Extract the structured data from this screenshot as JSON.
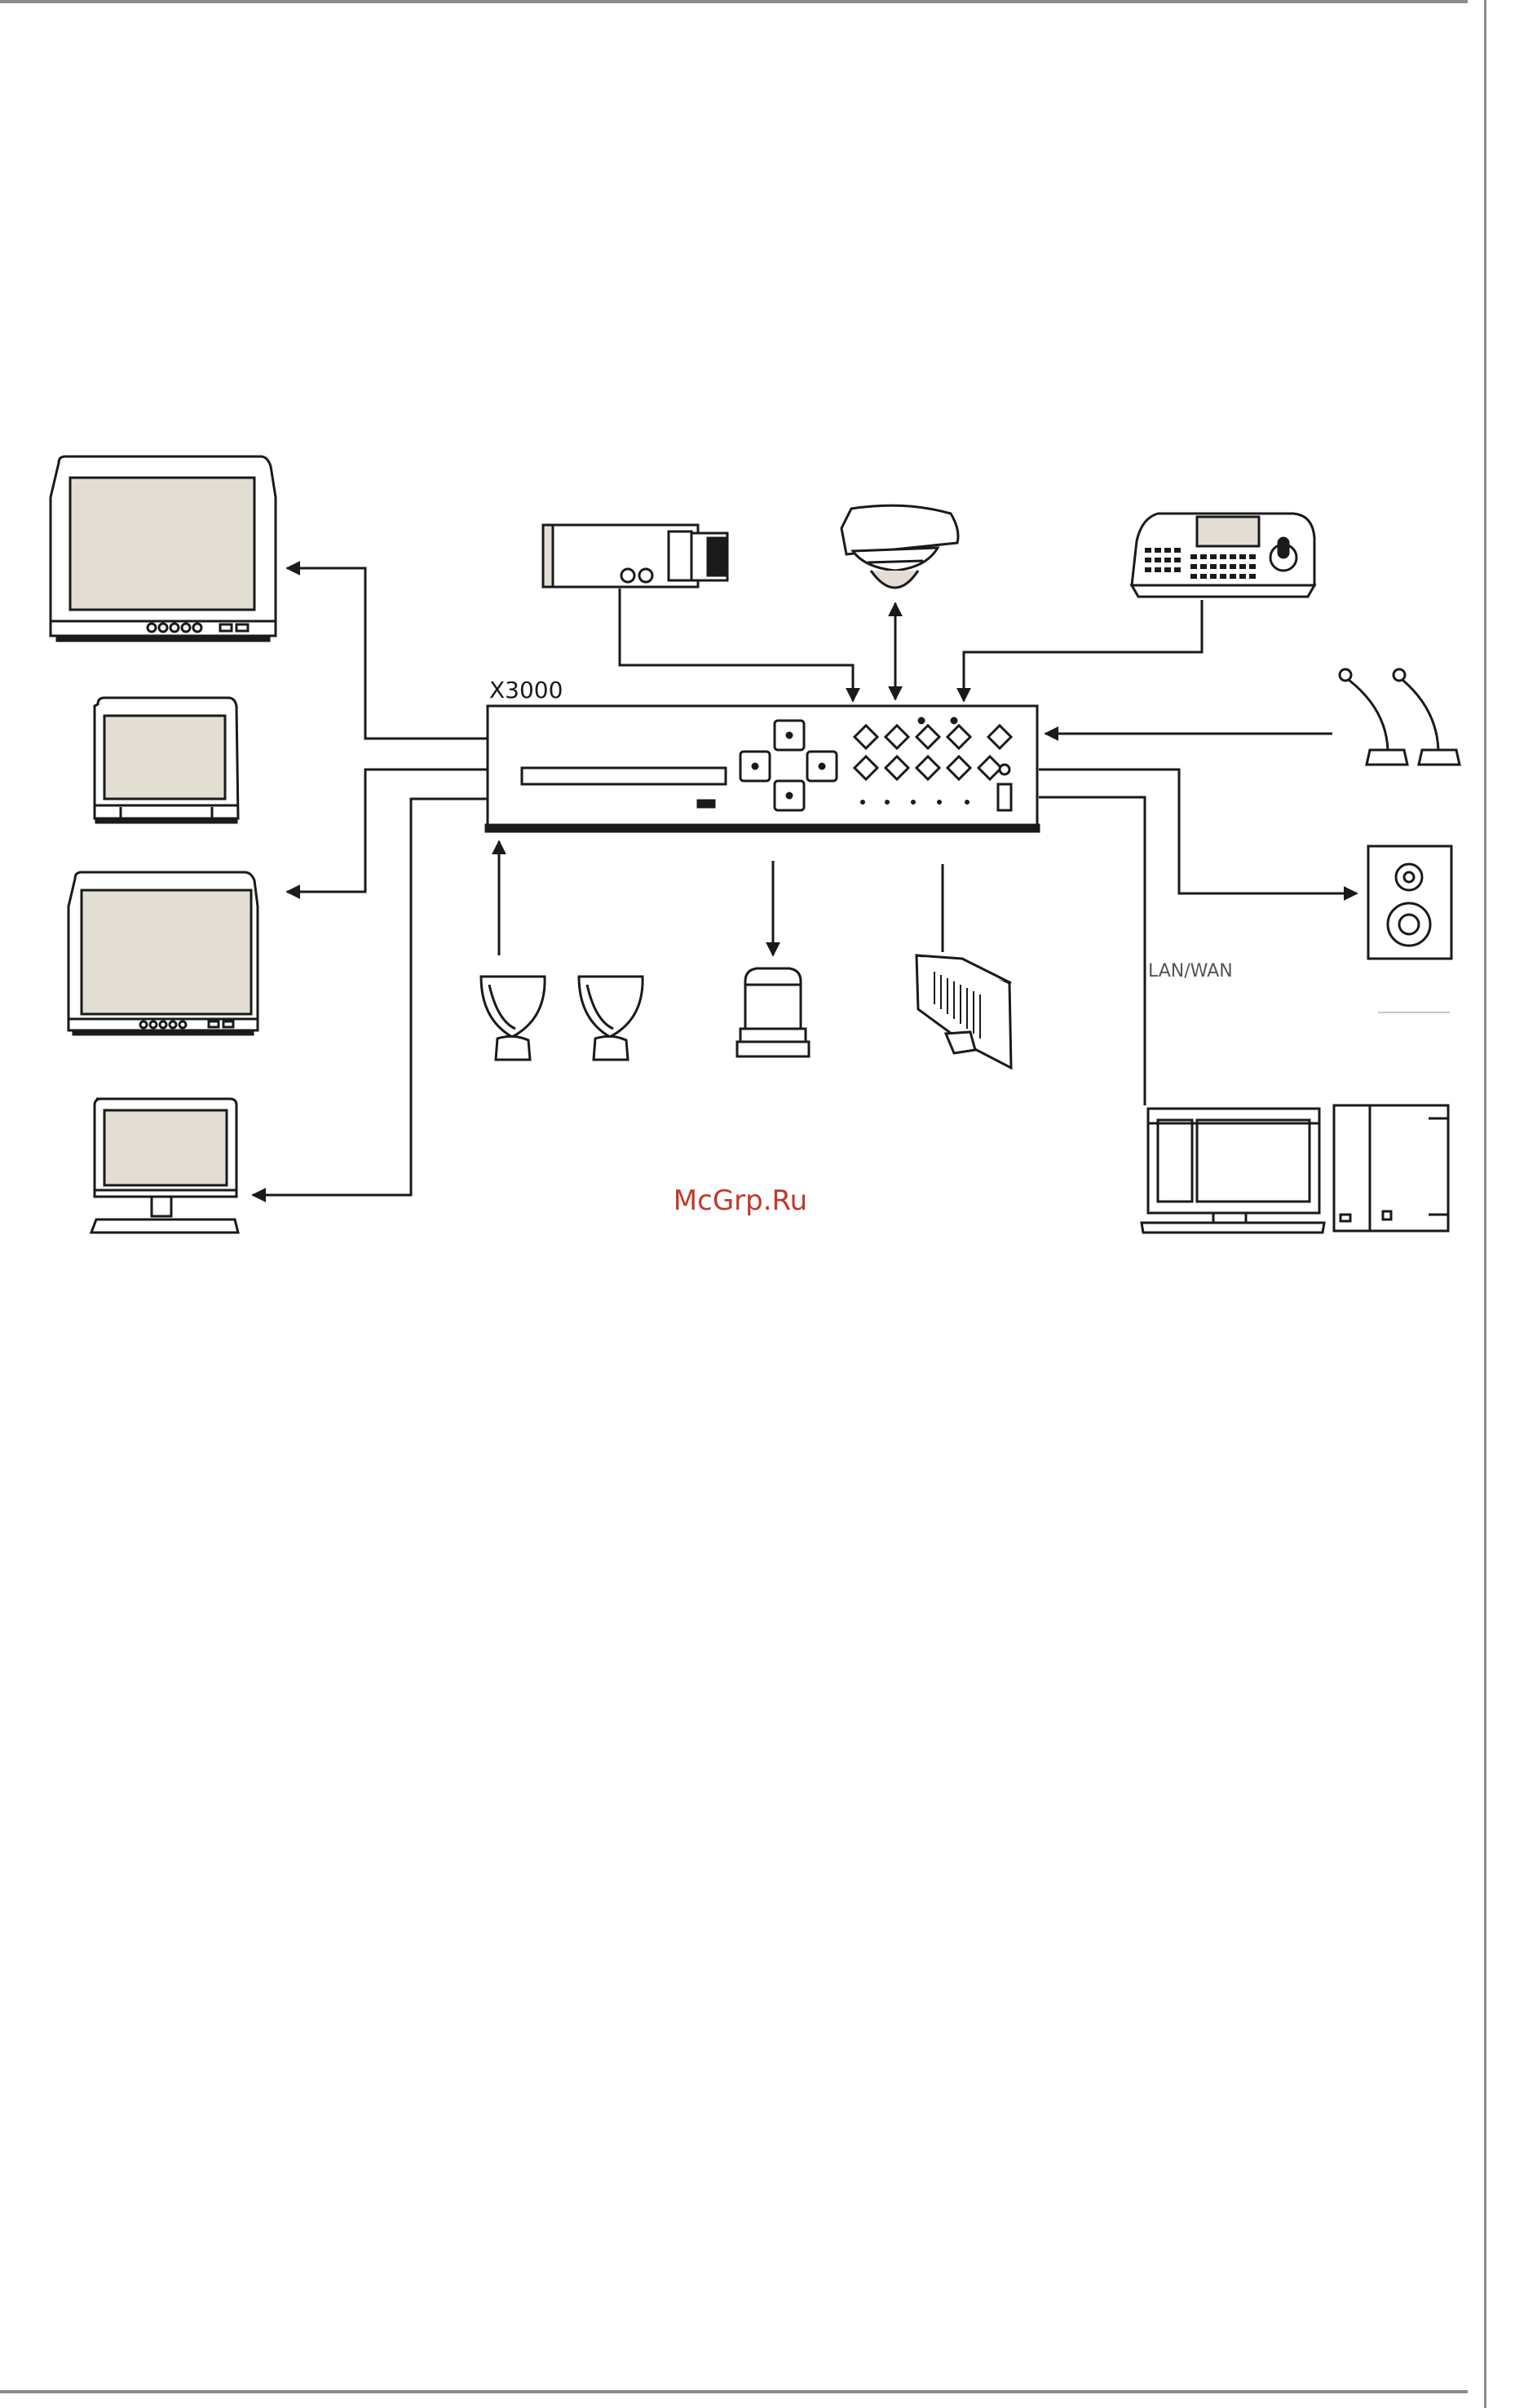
{
  "diagram": {
    "device_label": "X3000",
    "network_label": "LAN/WAN"
  },
  "watermark": "McGrp.Ru"
}
